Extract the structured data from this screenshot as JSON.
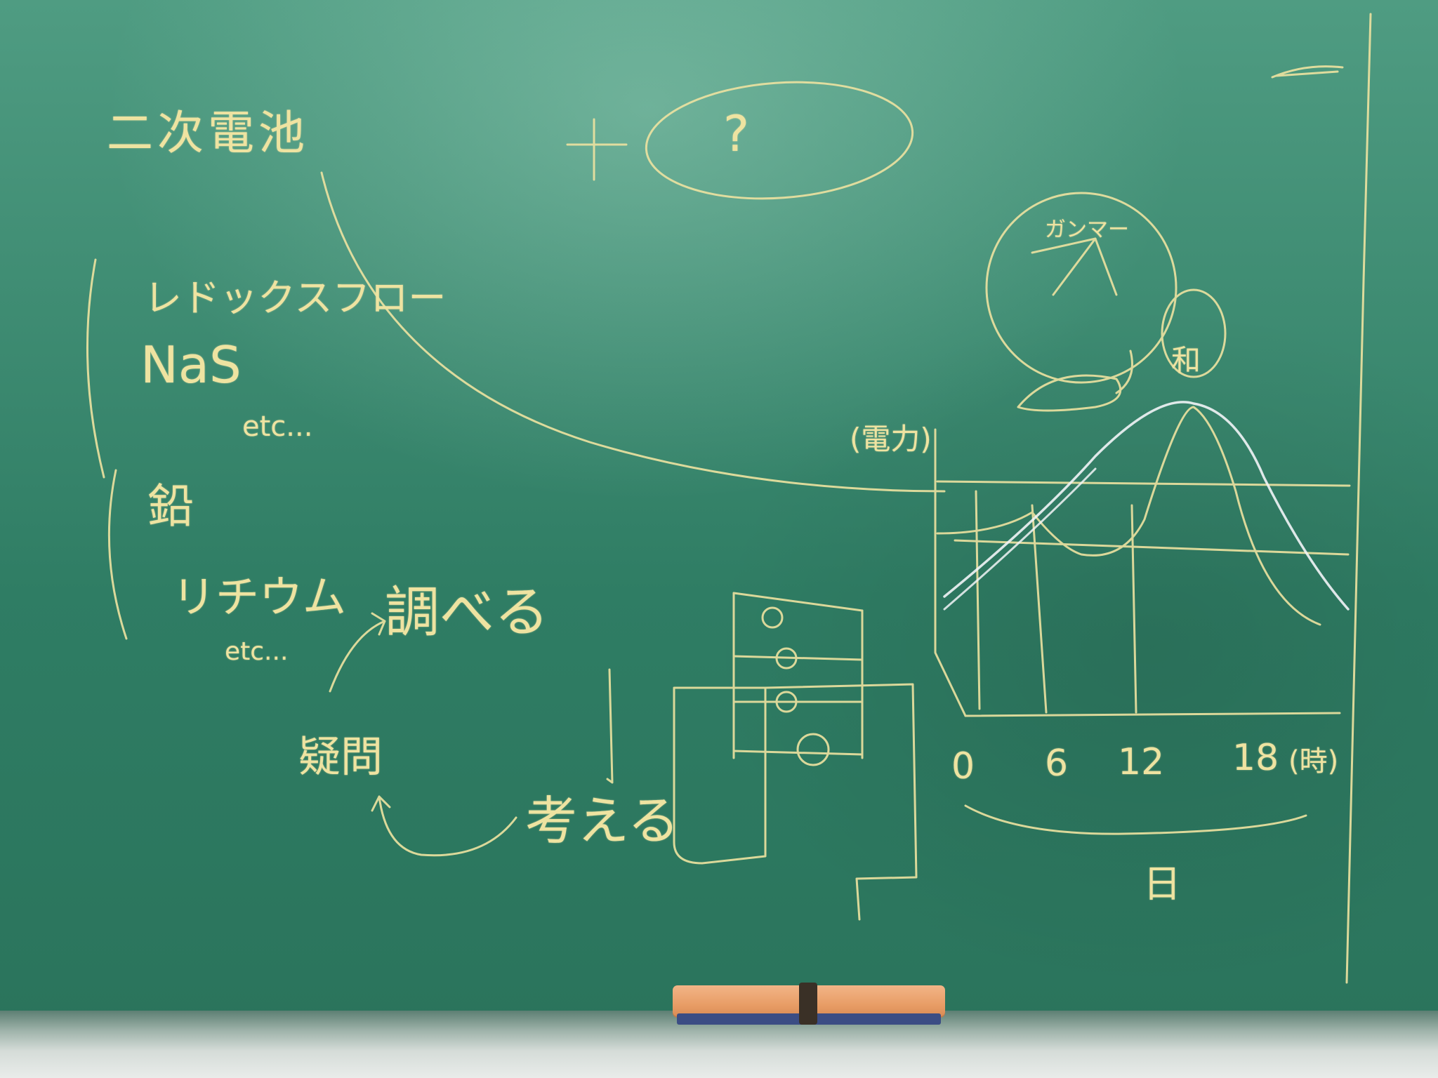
{
  "board": {
    "title": "二次電池",
    "question_mark": "?",
    "plus_sign": "+",
    "group1": {
      "items": [
        "レドックスフロー",
        "NaS"
      ],
      "etc": "etc..."
    },
    "group2": {
      "items": [
        "鉛",
        "リチウム"
      ],
      "etc": "etc..."
    },
    "cycle": {
      "investigate": "調べる",
      "think": "考える",
      "question": "疑問"
    },
    "circle_label": "ガンマー",
    "small_circle_label": "和",
    "graph": {
      "y_label": "(電力)",
      "x_ticks": [
        "0",
        "6",
        "12",
        "18"
      ],
      "x_unit": "(時)",
      "brace_label": "日"
    }
  },
  "colors": {
    "board": "#2f7d64",
    "chalk_yellow": "#eee3a1",
    "chalk_white": "#f2f4f7",
    "eraser": "#e89d66"
  }
}
